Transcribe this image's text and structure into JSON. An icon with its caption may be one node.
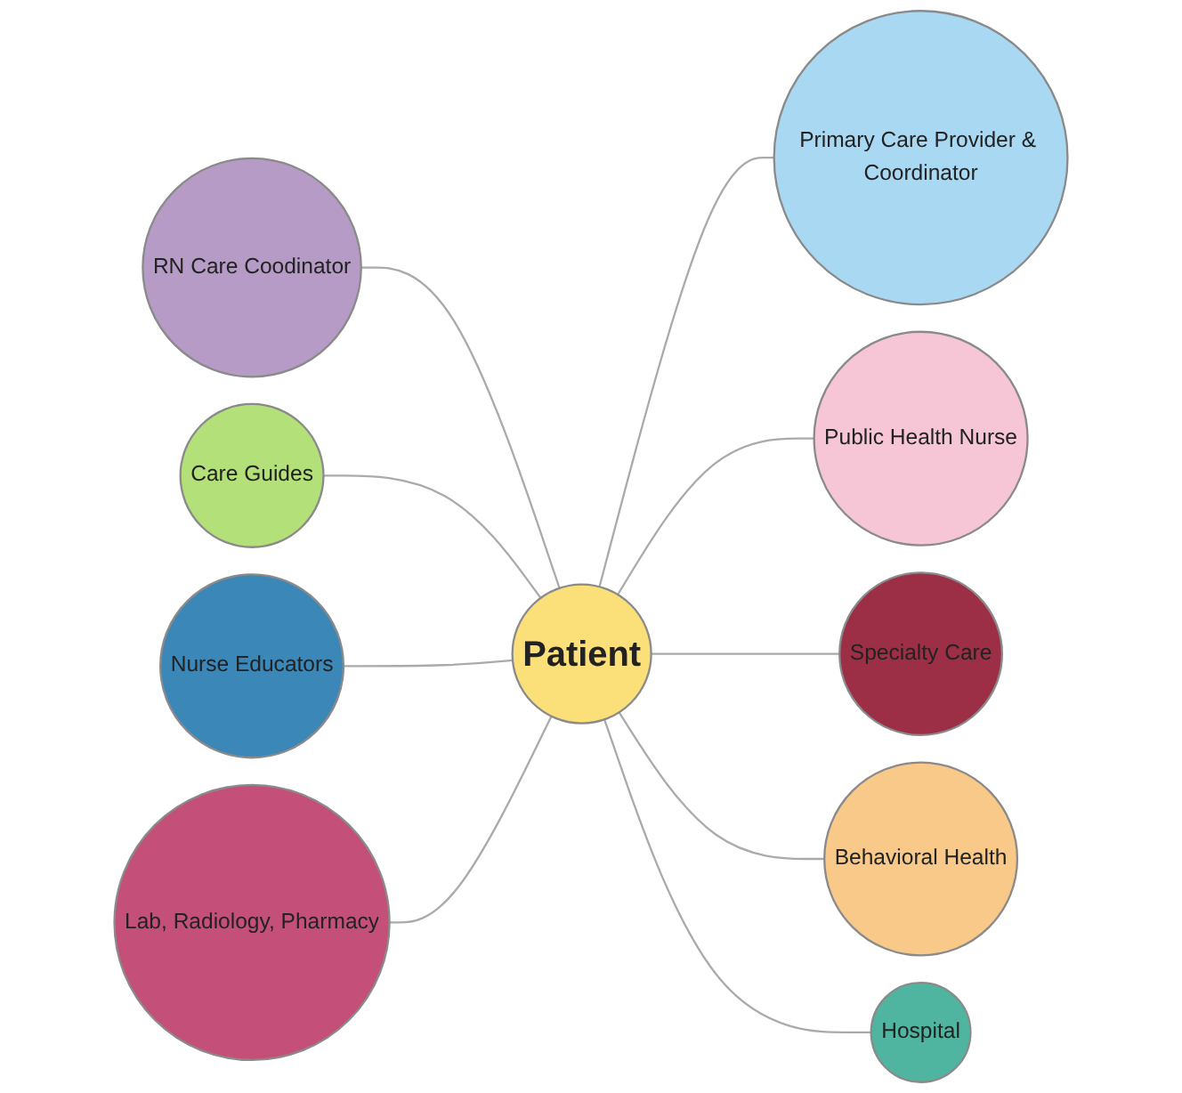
{
  "diagram": {
    "nodes": [
      {
        "text": [
          "Primary Care Provider & Coordinator"
        ]
      },
      {
        "text": [
          "RN Care Coodinator"
        ]
      },
      {
        "text": [
          "Public Health Nurse"
        ]
      },
      {
        "text": [
          "Care Guides"
        ]
      },
      {
        "text": [
          "Patient"
        ]
      },
      {
        "text": [
          "Specialty Care"
        ]
      },
      {
        "text": [
          "Nurse Educators"
        ]
      },
      {
        "text": [
          "Behavioral Health"
        ]
      },
      {
        "text": [
          "Lab, Radiology, Pharmacy"
        ]
      },
      {
        "text": [
          "Hospital"
        ]
      }
    ],
    "edges": [
      {
        "from": 1,
        "to": 4,
        "arrow": "none"
      },
      {
        "from": 3,
        "to": 4,
        "arrow": "none"
      },
      {
        "from": 6,
        "to": 4,
        "arrow": "none"
      },
      {
        "from": 8,
        "to": 4,
        "arrow": "none"
      },
      {
        "from": 4,
        "to": 0,
        "arrow": "none"
      },
      {
        "from": 4,
        "to": 2,
        "arrow": "none"
      },
      {
        "from": 4,
        "to": 5,
        "arrow": "none"
      },
      {
        "from": 4,
        "to": 7,
        "arrow": "none"
      },
      {
        "from": 4,
        "to": 9,
        "arrow": "none"
      }
    ]
  }
}
